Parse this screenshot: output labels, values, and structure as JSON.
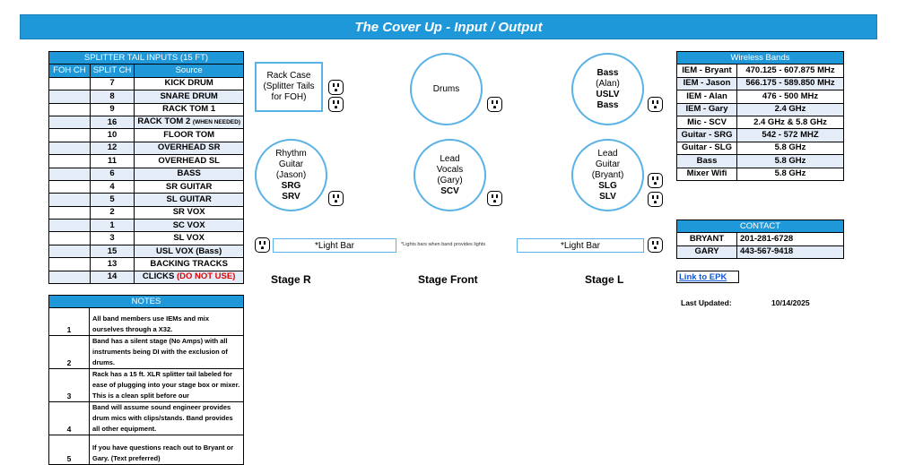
{
  "title": "The Cover Up - Input / Output",
  "splitter": {
    "header": "SPLITTER TAIL INPUTS (15 FT)",
    "columns": [
      "FOH CH",
      "SPLIT CH",
      "Source"
    ],
    "rows": [
      {
        "foh": "",
        "split": "7",
        "source": "KICK DRUM",
        "note": ""
      },
      {
        "foh": "",
        "split": "8",
        "source": "SNARE DRUM",
        "note": ""
      },
      {
        "foh": "",
        "split": "9",
        "source": "RACK TOM 1",
        "note": ""
      },
      {
        "foh": "",
        "split": "16",
        "source": "RACK TOM 2",
        "note": "(WHEN NEEDED)"
      },
      {
        "foh": "",
        "split": "10",
        "source": "FLOOR TOM",
        "note": ""
      },
      {
        "foh": "",
        "split": "12",
        "source": "OVERHEAD SR",
        "note": ""
      },
      {
        "foh": "",
        "split": "11",
        "source": "OVERHEAD SL",
        "note": ""
      },
      {
        "foh": "",
        "split": "6",
        "source": "BASS",
        "note": ""
      },
      {
        "foh": "",
        "split": "4",
        "source": "SR GUITAR",
        "note": ""
      },
      {
        "foh": "",
        "split": "5",
        "source": "SL GUITAR",
        "note": ""
      },
      {
        "foh": "",
        "split": "2",
        "source": "SR VOX",
        "note": ""
      },
      {
        "foh": "",
        "split": "1",
        "source": "SC VOX",
        "note": ""
      },
      {
        "foh": "",
        "split": "3",
        "source": "SL VOX",
        "note": ""
      },
      {
        "foh": "",
        "split": "15",
        "source": "USL VOX (Bass)",
        "note": ""
      },
      {
        "foh": "",
        "split": "13",
        "source": "BACKING TRACKS",
        "note": ""
      },
      {
        "foh": "",
        "split": "14",
        "source": "CLICKS",
        "note": "(DO NOT USE)"
      }
    ]
  },
  "notes": {
    "header": "NOTES",
    "items": [
      {
        "num": "1",
        "text": "All band members use IEMs and mix ourselves through a X32."
      },
      {
        "num": "2",
        "text": "Band has a silent stage (No Amps) with all instruments being DI with the exclusion of drums."
      },
      {
        "num": "3",
        "text": "Rack has a 15 ft. XLR splitter tail labeled for ease of plugging into your stage box or mixer. This is a clean split before our"
      },
      {
        "num": "4",
        "text": "Band will assume sound engineer provides drum mics with clips/stands. Band provides all other equipment."
      },
      {
        "num": "5",
        "text": "If you have questions reach out to Bryant or Gary. (Text preferred)"
      }
    ]
  },
  "stage": {
    "rack": {
      "line1": "Rack Case",
      "line2": "(Splitter Tails",
      "line3": "for FOH)"
    },
    "drums": "Drums",
    "bass": {
      "line1": "Bass",
      "line2": "(Alan)",
      "line3": "USLV",
      "line4": "Bass"
    },
    "rhythm": {
      "line1": "Rhythm",
      "line2": "Guitar",
      "line3": "(Jason)",
      "line4": "SRG",
      "line5": "SRV"
    },
    "lead_vocals": {
      "line1": "Lead",
      "line2": "Vocals",
      "line3": "(Gary)",
      "line4": "SCV"
    },
    "lead_guitar": {
      "line1": "Lead",
      "line2": "Guitar",
      "line3": "(Bryant)",
      "line4": "SLG",
      "line5": "SLV"
    },
    "light_bar_left": "*Light Bar",
    "light_bar_right": "*Light Bar",
    "light_note": "*Lights bars when band provides lights",
    "stage_r": "Stage R",
    "stage_front": "Stage Front",
    "stage_l": "Stage L"
  },
  "wireless": {
    "header": "Wireless Bands",
    "rows": [
      {
        "label": "IEM - Bryant",
        "value": "470.125 - 607.875 MHz"
      },
      {
        "label": "IEM - Jason",
        "value": "566.175 - 589.850 MHz"
      },
      {
        "label": "IEM - Alan",
        "value": "476 - 500 MHz"
      },
      {
        "label": "IEM - Gary",
        "value": "2.4 GHz"
      },
      {
        "label": "Mic - SCV",
        "value": "2.4 GHz & 5.8 GHz"
      },
      {
        "label": "Guitar - SRG",
        "value": "542 - 572 MHZ"
      },
      {
        "label": "Guitar - SLG",
        "value": "5.8 GHz"
      },
      {
        "label": "Bass",
        "value": "5.8 GHz"
      },
      {
        "label": "Mixer Wifi",
        "value": "5.8 GHz"
      }
    ]
  },
  "contact": {
    "header": "CONTACT",
    "rows": [
      {
        "name": "BRYANT",
        "phone": "201-281-6728"
      },
      {
        "name": "GARY",
        "phone": "443-567-9418"
      }
    ]
  },
  "epk_link": "Link to EPK",
  "last_updated_label": "Last Updated:",
  "last_updated_value": "10/14/2025",
  "colors": {
    "accent": "#1f98da",
    "ring": "#5ab2e6",
    "row_alt": "#e4ecf7",
    "warning": "#e00000"
  },
  "icons": [
    "power-outlet-icon"
  ]
}
